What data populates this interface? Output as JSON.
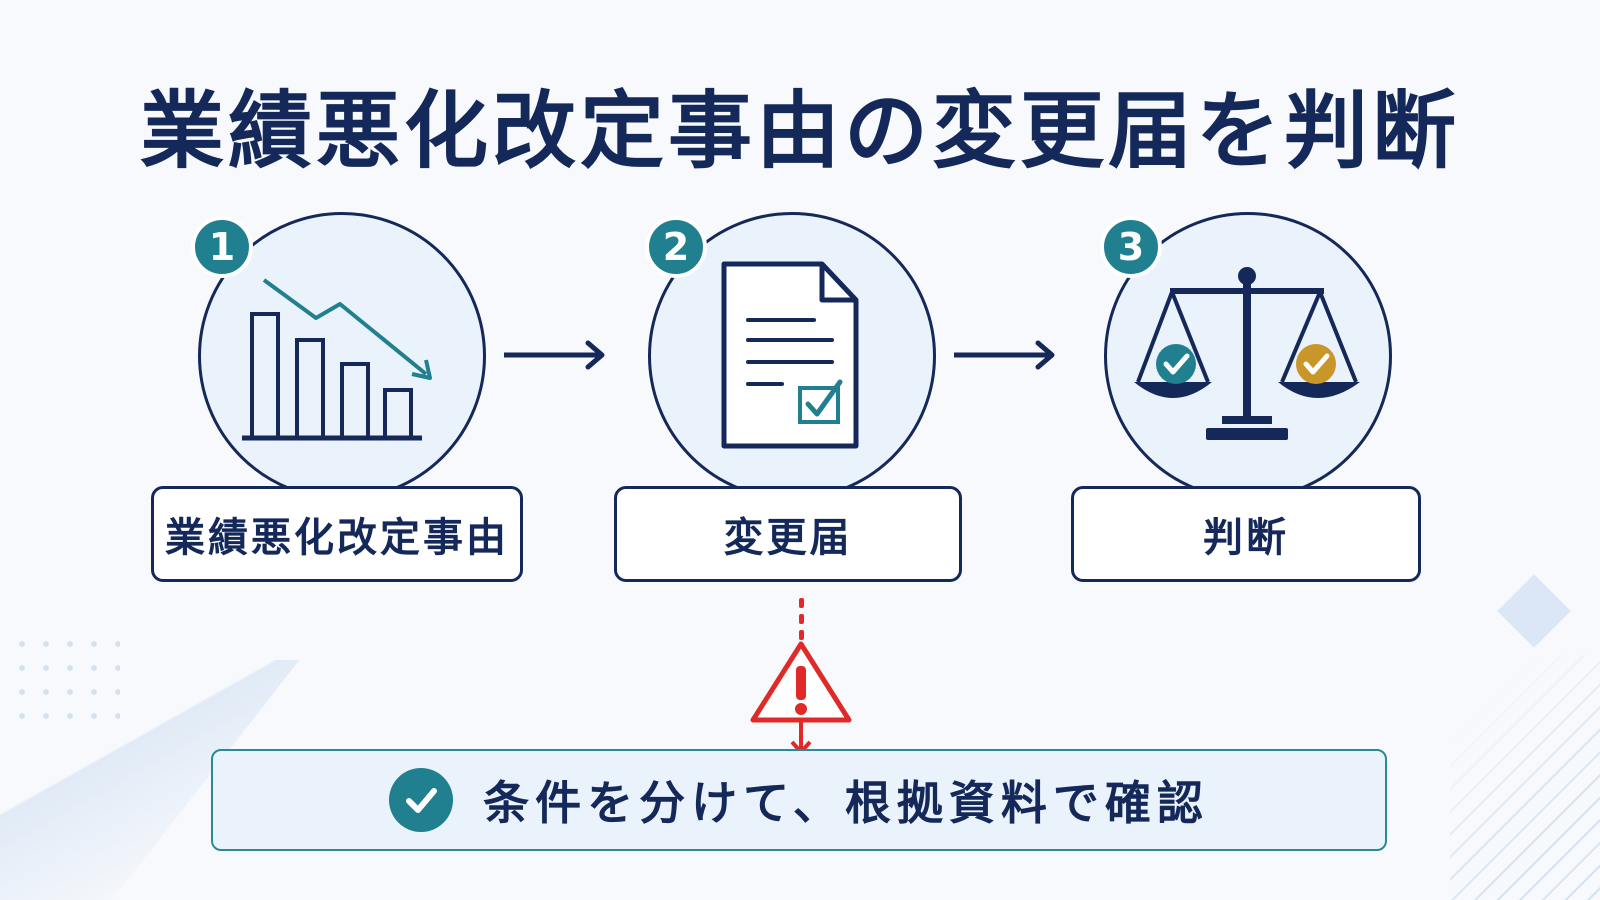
{
  "title": "業績悪化改定事由の変更届を判断",
  "steps": [
    {
      "number": "1",
      "label": "業績悪化改定事由",
      "icon": "declining-bar-chart-icon"
    },
    {
      "number": "2",
      "label": "変更届",
      "icon": "document-checkbox-icon"
    },
    {
      "number": "3",
      "label": "判断",
      "icon": "balance-scale-icon"
    }
  ],
  "warning": {
    "icon": "warning-triangle-icon"
  },
  "confirm": {
    "icon": "check-circle-icon",
    "text": "条件を分けて、根拠資料で確認"
  },
  "colors": {
    "navy": "#14285a",
    "teal": "#20808f",
    "gold": "#c9962a",
    "warning_red": "#e02a2a",
    "circle_fill": "#eaf2fc"
  }
}
